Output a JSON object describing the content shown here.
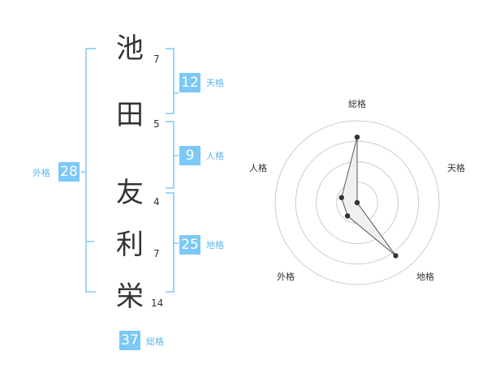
{
  "colors": {
    "accent": "#7cc8f6",
    "label": "#5bb6ec",
    "text": "#333333",
    "grid": "#cccccc",
    "poly_fill": "#f0f0f0",
    "poly_stroke": "#555555",
    "point": "#333333",
    "center": "#bbbbbb"
  },
  "name": {
    "characters": [
      {
        "char": "池",
        "strokes": "7"
      },
      {
        "char": "田",
        "strokes": "5"
      },
      {
        "char": "友",
        "strokes": "4"
      },
      {
        "char": "利",
        "strokes": "7"
      },
      {
        "char": "栄",
        "strokes": "14"
      }
    ]
  },
  "fortunes": {
    "tenkaku": {
      "value": "12",
      "label": "天格"
    },
    "jinkaku": {
      "value": "9",
      "label": "人格"
    },
    "chikaku": {
      "value": "25",
      "label": "地格"
    },
    "gaikaku": {
      "value": "28",
      "label": "外格"
    },
    "soukaku": {
      "value": "37",
      "label": "総格"
    }
  },
  "chart_data": {
    "type": "radar",
    "axes": [
      "総格",
      "天格",
      "地格",
      "外格",
      "人格"
    ],
    "values": [
      4,
      0,
      4,
      1,
      1
    ],
    "range": [
      0,
      5
    ],
    "rings": 4,
    "grid": true
  }
}
